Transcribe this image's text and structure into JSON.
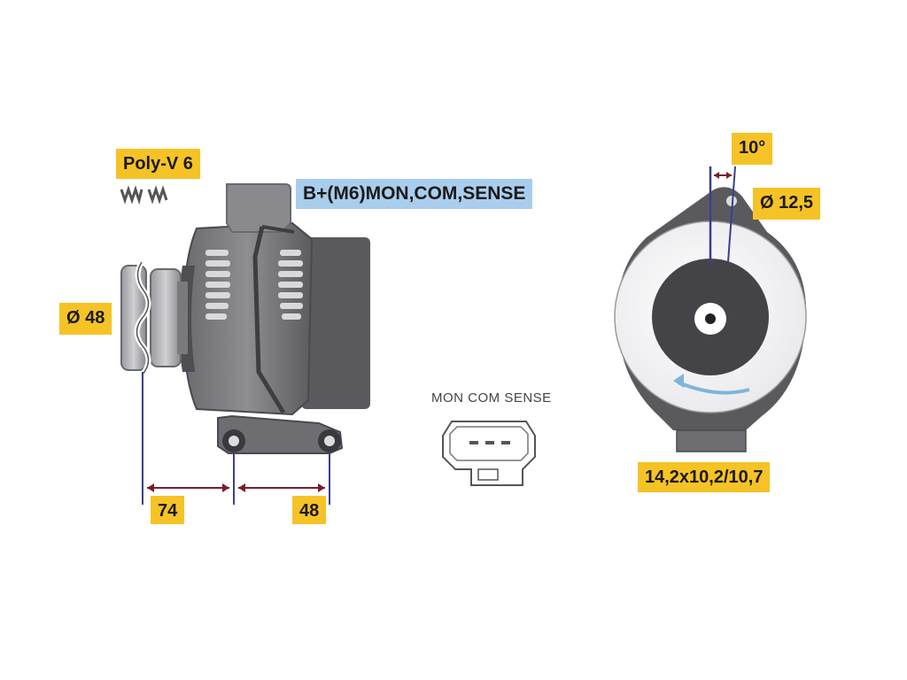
{
  "labels": {
    "pulley": "Poly-V 6",
    "terminals": "B+(M6)MON,COM,SENSE",
    "diameter": "Ø 48",
    "dim_a": "74",
    "dim_b": "48",
    "angle": "10°",
    "hole": "Ø 12,5",
    "mount": "14,2x10,2/10,7",
    "connector": "MON COM SENSE"
  },
  "colors": {
    "label_bg": "#f6c326",
    "terminal_bg": "#a9cdec",
    "body_dark": "#5a5a5e",
    "body_mid": "#8a8a8e",
    "dim_line": "#3b3f8f",
    "dim_arrow": "#7a1f2a",
    "rotation": "#7fb4dc"
  }
}
